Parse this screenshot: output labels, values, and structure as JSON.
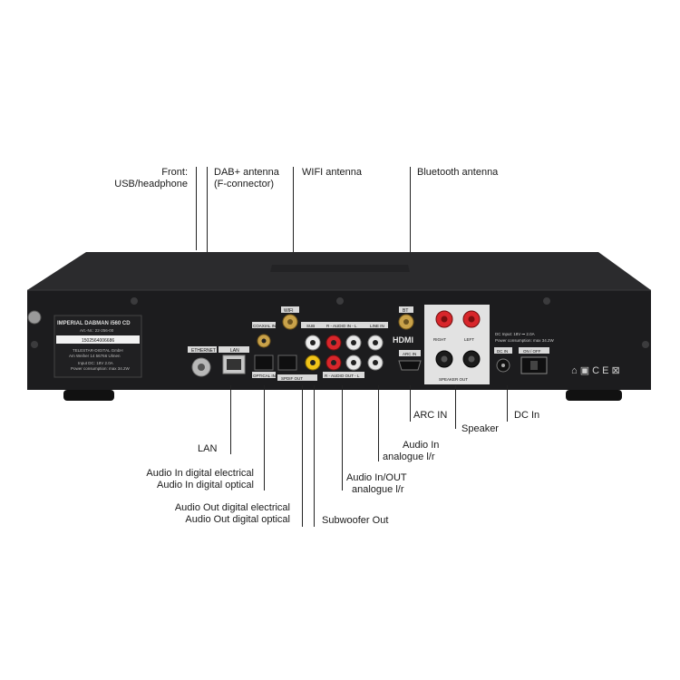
{
  "device": {
    "model_label": "IMPERIAL DABMAN i560 CD",
    "art_no": "Art.-Nr.: 22-256-00",
    "serial": "1502564006686",
    "manufacturer": "TELESTAR-DIGITAL GmbH",
    "address": "Am Weiher 14 56766 Ulmen",
    "input_spec": "Input DC: 18V 2.0A",
    "power_spec": "Power consumption: max 34.2W",
    "dc_input_label": "DC Input: 18V ⎓ 2.0A",
    "dc_power_label": "Power consumption: max 34.2W",
    "port_labels": {
      "ethernet": "ETHERNET",
      "lan": "LAN",
      "coaxial_in": "COAXIAL IN",
      "optical_in": "OPTICAL IN",
      "wifi": "WIFI",
      "sub": "SUB",
      "audio_lr": "R - AUDIO IN - L",
      "line_in": "LINE IN",
      "spdif_out": "SPDIF OUT",
      "audio_out": "R - AUDIO OUT - L",
      "bt": "BT",
      "hdmi": "HDMI",
      "arc_in": "ARC IN",
      "right": "RIGHT",
      "left": "LEFT",
      "speaker_out": "SPEAKER OUT",
      "dc_in": "DC IN",
      "on_off": "ON / OFF"
    },
    "cert_marks": "⌂ ▣ C E ⊠"
  },
  "annotations_top": {
    "front_usb": [
      "Front:",
      "USB/headphone"
    ],
    "dab": [
      "DAB+ antenna",
      "(F-connector)"
    ],
    "wifi": "WIFI antenna",
    "bluetooth": "Bluetooth antenna"
  },
  "annotations_bottom": {
    "lan": "LAN",
    "audio_in_digital": [
      "Audio In digital electrical",
      "Audio In digital optical"
    ],
    "audio_out_digital": [
      "Audio Out digital electrical",
      "Audio Out digital optical"
    ],
    "subwoofer": "Subwoofer Out",
    "audio_in_out": [
      "Audio In/OUT",
      "analogue l/r"
    ],
    "audio_in": [
      "Audio In",
      "analogue l/r"
    ],
    "arc_in": "ARC IN",
    "speaker": "Speaker",
    "dc_in": "DC In"
  },
  "colors": {
    "chassis": "#1c1c1e",
    "chassis_top": "#2a2a2c",
    "rca_red": "#d8262b",
    "rca_white": "#e8e8e8",
    "rca_yellow": "#f0c419",
    "gold": "#c9a24a"
  }
}
